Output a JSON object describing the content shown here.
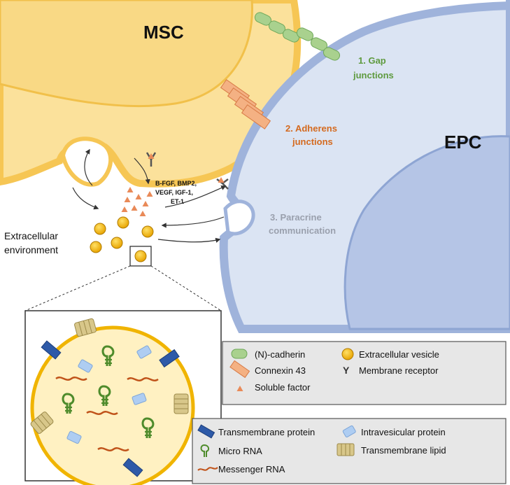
{
  "cells": {
    "msc": "MSC",
    "epc": "EPC"
  },
  "mechanisms": {
    "gap": {
      "line1": "1. Gap",
      "line2": "junctions",
      "color": "#5e9a3e"
    },
    "adherens": {
      "line1": "2. Adherens",
      "line2": "junctions",
      "color": "#d46a1f"
    },
    "paracrine": {
      "line1": "3. Paracrine",
      "line2": "communication",
      "color": "#9aa0ad"
    }
  },
  "extracellular": {
    "line1": "Extracellular",
    "line2": "environment"
  },
  "factors": {
    "line1": "B-FGF, BMP2,",
    "line2": "VEGF, IGF-1,",
    "line3": "ET-1"
  },
  "legend_top": {
    "n_cadherin": "(N)-cadherin",
    "connexin": "Connexin 43",
    "soluble": "Soluble factor",
    "vesicle": "Extracellular vesicle",
    "receptor_glyph": "Y",
    "receptor": "Membrane receptor"
  },
  "legend_bottom": {
    "tm_protein": "Transmembrane protein",
    "micro_rna": "Micro RNA",
    "mrna": "Messenger RNA",
    "iv_protein": "Intravesicular protein",
    "tm_lipid": "Transmembrane lipid"
  },
  "colors": {
    "msc_fill": "#fbe19b",
    "msc_border": "#f6c654",
    "epc_fill": "#dbe4f3",
    "epc_border": "#9fb3db",
    "nucleus": "#b5c5e6",
    "cadherin": "#a9d18e",
    "connexin": "#f4b183",
    "vesicle": "#f5b400",
    "legend_bg": "#e7e7e7"
  }
}
